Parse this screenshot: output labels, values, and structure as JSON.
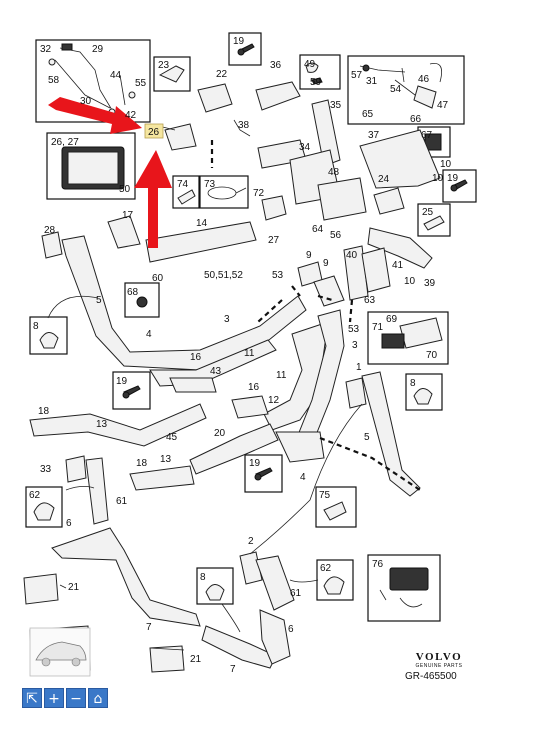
{
  "diagram": {
    "callouts": {
      "c32": "32",
      "c29": "29",
      "c58": "58",
      "c44": "44",
      "c55": "55",
      "c30": "30",
      "c42": "42",
      "c23": "23",
      "c22": "22",
      "c19a": "19",
      "c36": "36",
      "c49": "49",
      "c59": "59",
      "c57": "57",
      "c31": "31",
      "c46": "46",
      "c54": "54",
      "c65": "65",
      "c66": "66",
      "c47": "47",
      "c35": "35",
      "c38": "38",
      "c26": "26",
      "c2627": "26, 27",
      "c50": "50",
      "c37": "37",
      "c67": "67",
      "c34": "34",
      "c48": "48",
      "c10a": "10",
      "c10b": "10",
      "c24": "24",
      "c19b": "19",
      "c74": "74",
      "c73": "73",
      "c72": "72",
      "c25": "25",
      "c17": "17",
      "c14": "14",
      "c28": "28",
      "c27": "27",
      "c64": "64",
      "c56": "56",
      "c60": "60",
      "c505152": "50,51,52",
      "c9a": "9",
      "c9b": "9",
      "c40": "40",
      "c41": "41",
      "c10c": "10",
      "c39": "39",
      "c53a": "53",
      "c68": "68",
      "c5a": "5",
      "c63": "63",
      "c8a": "8",
      "c4a": "4",
      "c3a": "3",
      "c53b": "53",
      "c71": "71",
      "c69": "69",
      "c70": "70",
      "c16a": "16",
      "c11a": "11",
      "c3b": "3",
      "c19c": "19",
      "c43": "43",
      "c1": "1",
      "c8b": "8",
      "c16b": "16",
      "c11b": "11",
      "c18a": "18",
      "c13a": "13",
      "c45": "45",
      "c12": "12",
      "c20": "20",
      "c5b": "5",
      "c18b": "18",
      "c13b": "13",
      "c19d": "19",
      "c4b": "4",
      "c33": "33",
      "c61a": "61",
      "c62a": "62",
      "c6a": "6",
      "c75": "75",
      "c2": "2",
      "c21a": "21",
      "c8c": "8",
      "c62b": "62",
      "c61b": "61",
      "c76": "76",
      "c7a": "7",
      "c6b": "6",
      "c21b": "21",
      "c7b": "7"
    }
  },
  "brand": {
    "name": "VOLVO",
    "sub": "GENUINE PARTS"
  },
  "reference": "GR-465500",
  "toolbar": {
    "pointer": "⇱",
    "zoom_in": "+",
    "zoom_out": "−",
    "home": "⌂"
  },
  "colors": {
    "arrow": "#e8151b",
    "highlight": "#f5e6a0",
    "toolbar": "#3a78c8"
  }
}
